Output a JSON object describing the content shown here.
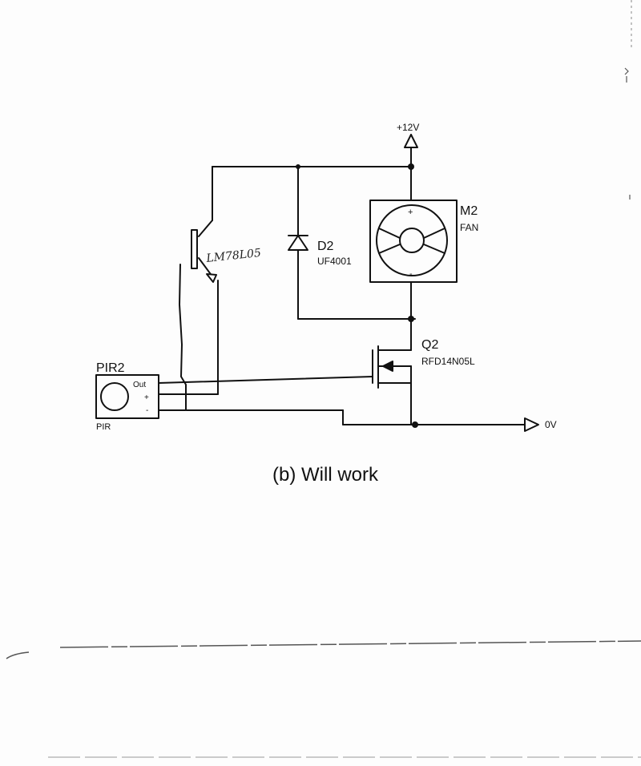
{
  "diagram": {
    "caption": "(b) Will work",
    "supply_label": "+12V",
    "ground_label": "0V",
    "fan": {
      "ref": "M2",
      "value": "FAN",
      "plus": "+",
      "minus": "-"
    },
    "diode": {
      "ref": "D2",
      "value": "UF4001"
    },
    "mosfet": {
      "ref": "Q2",
      "value": "RFD14N05L"
    },
    "pir": {
      "ref": "PIR2",
      "value": "PIR",
      "pin_out": "Out",
      "pin_plus": "+",
      "pin_minus": "-"
    },
    "regulator_note": "LM78L05"
  }
}
